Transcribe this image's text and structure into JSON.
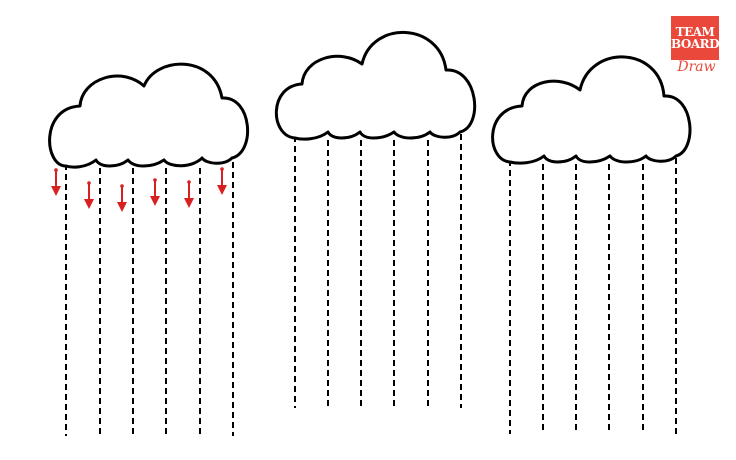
{
  "logo": {
    "line1": "TEAM",
    "line2": "BOARD",
    "script": "Draw",
    "brand_color": "#e9483a"
  },
  "colors": {
    "cloud_stroke": "#000000",
    "cloud_fill": "#ffffff",
    "rain_line": "#000000",
    "arrow": "#d92020"
  },
  "icons": {
    "cloud": "cloud-outline-icon",
    "arrow": "arrow-down-icon"
  },
  "clouds": [
    {
      "name": "cloud-left",
      "rain_lines": 6,
      "has_arrows": true
    },
    {
      "name": "cloud-middle",
      "rain_lines": 6,
      "has_arrows": false
    },
    {
      "name": "cloud-right",
      "rain_lines": 6,
      "has_arrows": false
    }
  ]
}
